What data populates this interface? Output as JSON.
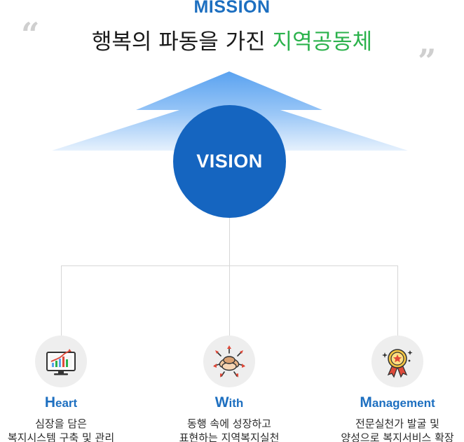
{
  "mission": {
    "label": "MISSION",
    "statement_main": "행복의 파동을 가진 ",
    "statement_highlight": "지역공동체",
    "quote_open": "“",
    "quote_close": "”"
  },
  "vision": {
    "label": "VISION"
  },
  "colors": {
    "brand_blue": "#1565c0",
    "title_blue": "#1d6fc0",
    "highlight_green": "#2bb24c",
    "connector_gray": "#d6d6d6"
  },
  "values": [
    {
      "initial": "H",
      "rest": "eart",
      "icon": "chart-monitor-icon",
      "desc_line1": "심장을 담은",
      "desc_line2": "복지시스템 구축 및 관리"
    },
    {
      "initial": "W",
      "rest": "ith",
      "icon": "joined-hands-icon",
      "desc_line1": "동행 속에 성장하고",
      "desc_line2": "표현하는 지역복지실천"
    },
    {
      "initial": "M",
      "rest": "anagement",
      "icon": "medal-icon",
      "desc_line1": "전문실천가 발굴 및",
      "desc_line2": "양성으로 복지서비스 확장"
    }
  ]
}
